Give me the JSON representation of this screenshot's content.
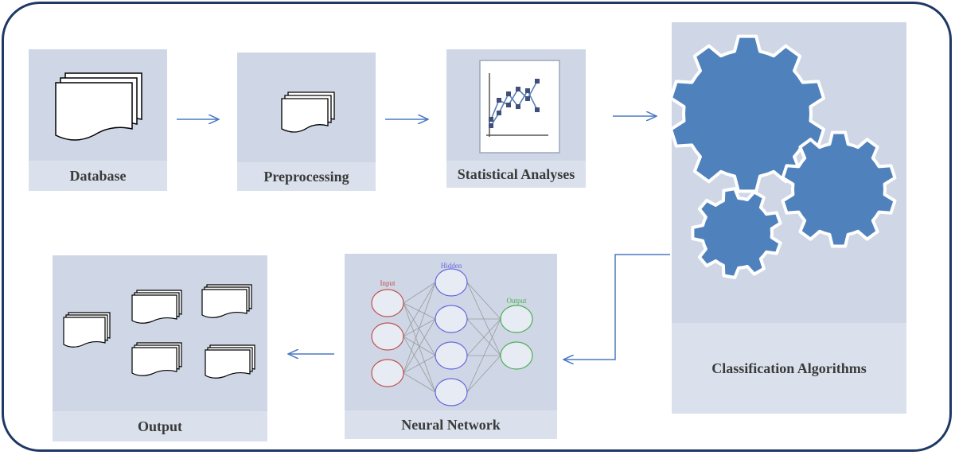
{
  "colors": {
    "border": "#1f3864",
    "panel": "#cfd7e6",
    "label_band": "#dbe1ec",
    "arrow": "#4a78c2",
    "gear": "#4f81bd",
    "nn_input": "#c0504d",
    "nn_hidden": "#6666dd",
    "nn_output": "#4caf50"
  },
  "steps": {
    "database": "Database",
    "preprocessing": "Preprocessing",
    "statistical": "Statistical Analyses",
    "classification": "Classification Algorithms",
    "neural": "Neural Network",
    "output": "Output"
  },
  "neural_net": {
    "input_label": "Input",
    "hidden_label": "Hidden",
    "output_label": "Output"
  },
  "icons": [
    "documents-icon",
    "line-chart-icon",
    "gears-icon",
    "neural-network-icon"
  ]
}
